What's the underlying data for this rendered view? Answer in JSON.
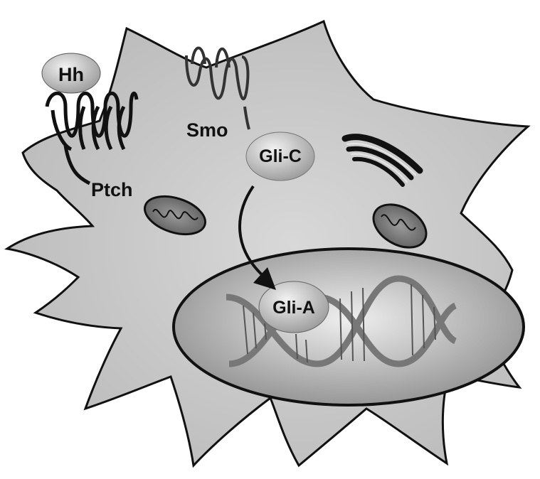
{
  "labels": {
    "hh": "Hh",
    "ptch": "Ptch",
    "smo": "Smo",
    "gli_c": "Gli-C",
    "gli_a": "Gli-A"
  },
  "colors": {
    "cell_fill": "#c9c9c9",
    "outline": "#111111",
    "ball_fill": "#bdbdbd",
    "nucleus_fill": "#b0b0b0"
  }
}
